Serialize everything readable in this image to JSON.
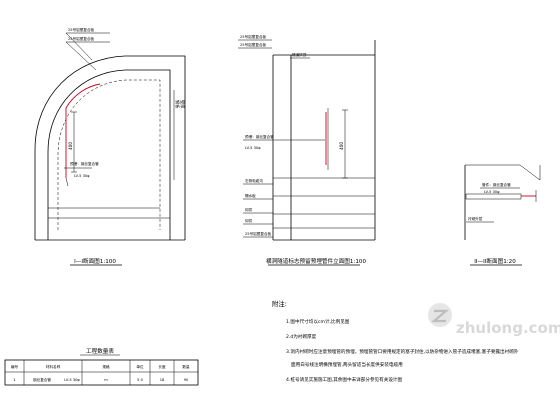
{
  "section1": {
    "leaders": [
      "25号铝塑复合板",
      "25号铝塑复合板",
      "钢板",
      "壁厚"
    ],
    "dimension": "400",
    "pipe_label": "预埋：钢丝复合管",
    "pipe_spec": "LV-5 30φ",
    "title": "I—I断面图1:100"
  },
  "section2": {
    "top_label": "隧道拱顶",
    "leaders": [
      "25号铝塑复合板",
      "25号铝塑复合板"
    ],
    "dimension": "400",
    "pipe_label": "预埋：钢丝复合管",
    "pipe_spec": "LV-5 30φ",
    "left_labels": [
      "右侧电缆沟",
      "隔水板",
      "仰拱",
      "仰拱"
    ],
    "bottom_leader": "25号铝塑复合板",
    "title": "横洞隧道标志预留预埋管件立面图1:100"
  },
  "section3": {
    "pipe_label": "管件：钢丝复合管",
    "pipe_spec": "LV-5 30φ",
    "bottom_label": "衬砌外层",
    "title": "II—II断面图1:20"
  },
  "notes": {
    "heading": "附注:",
    "items": [
      "1.图中尺寸均以cm计,比例见图",
      "2.d为衬砌厚度",
      "3.洞内衬砌时应注意预埋管的预埋，预埋管管口要用规定的塞子封住,以防杂物进入管子造成堵塞,塞子要露出衬砌外",
      "面用白号线注明横预埋管,两头留适当长度供安装电缆用",
      "4.桩号请见实施施工图,其余图中未详部分参见有关设计图"
    ]
  },
  "table": {
    "title": "工程数量表",
    "headers": [
      "编号",
      "材料名称",
      "规格",
      "单位",
      "长度",
      "数量"
    ],
    "rows": [
      [
        "1",
        "钢丝复合管",
        "LV-5 30φ",
        "m",
        "5.0",
        "18",
        "90"
      ]
    ]
  },
  "watermark": "zhulong.com"
}
